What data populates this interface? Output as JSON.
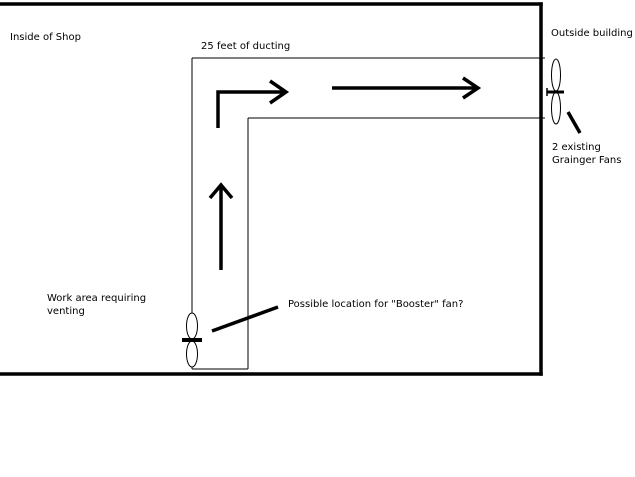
{
  "labels": {
    "inside": "Inside of Shop",
    "outside": "Outside building",
    "ducting": "25 feet of ducting",
    "work_area": "Work area requiring\nventing",
    "booster": "Possible location for \"Booster\" fan?",
    "existing_fans": "2 existing\nGrainger Fans"
  },
  "colors": {
    "line": "#000000",
    "background": "#ffffff"
  }
}
